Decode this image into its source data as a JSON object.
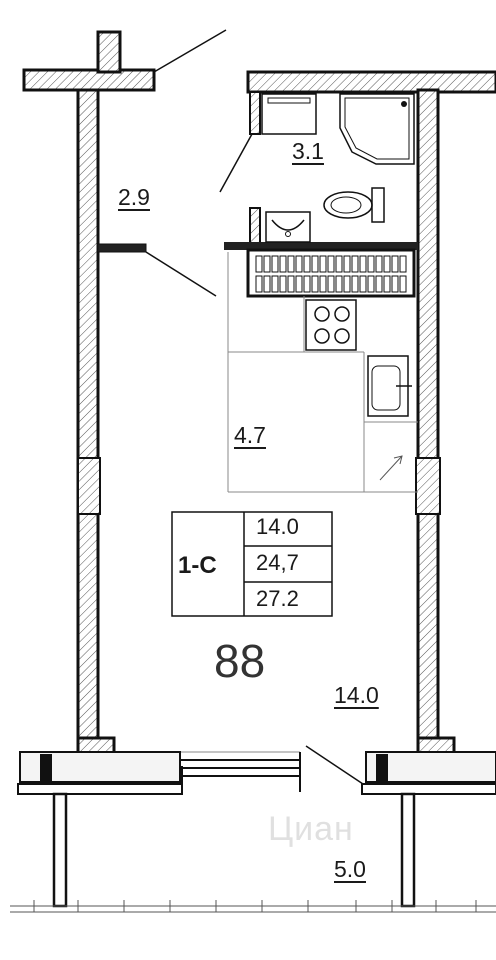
{
  "plan": {
    "rooms": [
      {
        "id": "hallway",
        "area": "2.9"
      },
      {
        "id": "bathroom",
        "area": "3.1"
      },
      {
        "id": "kitchen",
        "area": "4.7"
      },
      {
        "id": "living",
        "area": "14.0"
      },
      {
        "id": "balcony",
        "area": "5.0"
      }
    ],
    "apartment": {
      "type": "1-С",
      "living_area": "14.0",
      "total_area": "24,7",
      "total_with_balcony": "27.2",
      "number": "88"
    },
    "watermark": "Циан"
  }
}
